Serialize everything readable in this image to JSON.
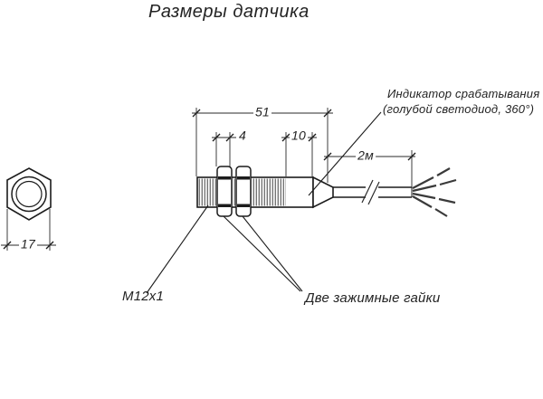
{
  "title": "Размеры датчика",
  "annotations": {
    "indicator_line1": "Индикатор срабатывания",
    "indicator_line2": "(голубой светодиод, 360°)",
    "thread_label": "М12х1",
    "nuts_label": "Две зажимные гайки"
  },
  "dimensions": {
    "body_length": "51",
    "nut_thickness": "4",
    "head_length": "10",
    "cable_length": "2м",
    "hex_across_flats": "17"
  },
  "colors": {
    "object_line": "#1c1c1c",
    "thin_line": "#2a2a2a",
    "background": "#ffffff"
  }
}
